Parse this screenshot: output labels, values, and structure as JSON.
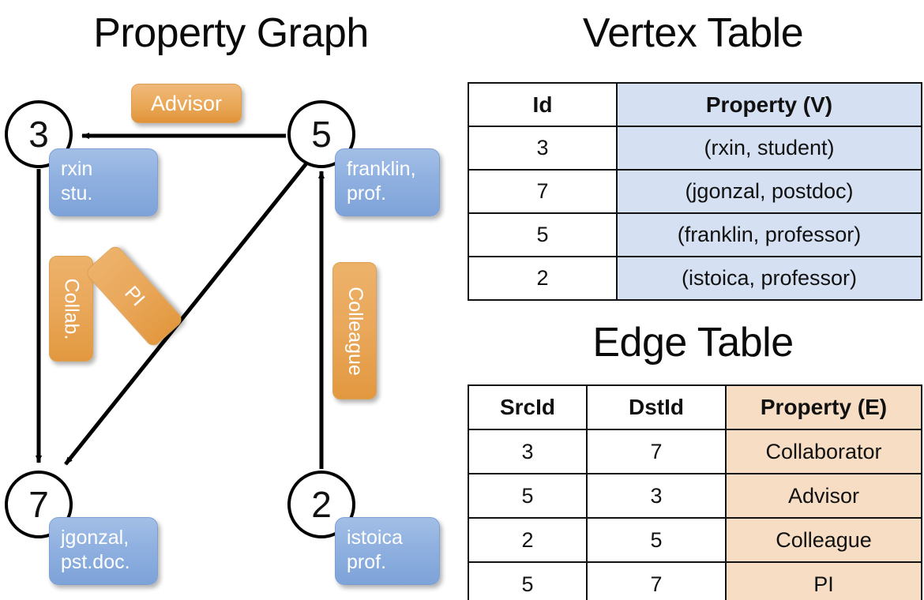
{
  "titles": {
    "property_graph": "Property Graph",
    "vertex_table": "Vertex Table",
    "edge_table": "Edge Table"
  },
  "colors": {
    "vertex_property_fill": "#d5e0f2",
    "edge_property_fill": "#f6ddc3",
    "vertex_label_box": "#8fb0e0",
    "edge_label_box": "#e9a75a",
    "stroke": "#111111",
    "background": "#ffffff"
  },
  "graph": {
    "nodes": [
      {
        "id": "3",
        "label_line1": "rxin",
        "label_line2": "stu."
      },
      {
        "id": "5",
        "label_line1": "franklin,",
        "label_line2": "prof."
      },
      {
        "id": "7",
        "label_line1": "jgonzal,",
        "label_line2": "pst.doc."
      },
      {
        "id": "2",
        "label_line1": "istoica",
        "label_line2": "prof."
      }
    ],
    "edge_labels": [
      {
        "key": "advisor",
        "text": "Advisor",
        "orientation": "horizontal"
      },
      {
        "key": "collab",
        "text": "Collab.",
        "orientation": "vertical"
      },
      {
        "key": "pi",
        "text": "PI",
        "orientation": "diagonal"
      },
      {
        "key": "colleague",
        "text": "Colleague",
        "orientation": "vertical"
      }
    ],
    "edges": [
      {
        "from": "5",
        "to": "3",
        "label": "Advisor"
      },
      {
        "from": "3",
        "to": "7",
        "label": "Collab."
      },
      {
        "from": "5",
        "to": "7",
        "label": "PI"
      },
      {
        "from": "2",
        "to": "5",
        "label": "Colleague"
      }
    ]
  },
  "vertex_table": {
    "headers": [
      "Id",
      "Property (V)"
    ],
    "rows": [
      {
        "id": "3",
        "property": "(rxin, student)"
      },
      {
        "id": "7",
        "property": "(jgonzal, postdoc)"
      },
      {
        "id": "5",
        "property": "(franklin, professor)"
      },
      {
        "id": "2",
        "property": "(istoica, professor)"
      }
    ]
  },
  "edge_table": {
    "headers": [
      "SrcId",
      "DstId",
      "Property (E)"
    ],
    "rows": [
      {
        "src": "3",
        "dst": "7",
        "property": "Collaborator"
      },
      {
        "src": "5",
        "dst": "3",
        "property": "Advisor"
      },
      {
        "src": "2",
        "dst": "5",
        "property": "Colleague"
      },
      {
        "src": "5",
        "dst": "7",
        "property": "PI"
      }
    ]
  }
}
